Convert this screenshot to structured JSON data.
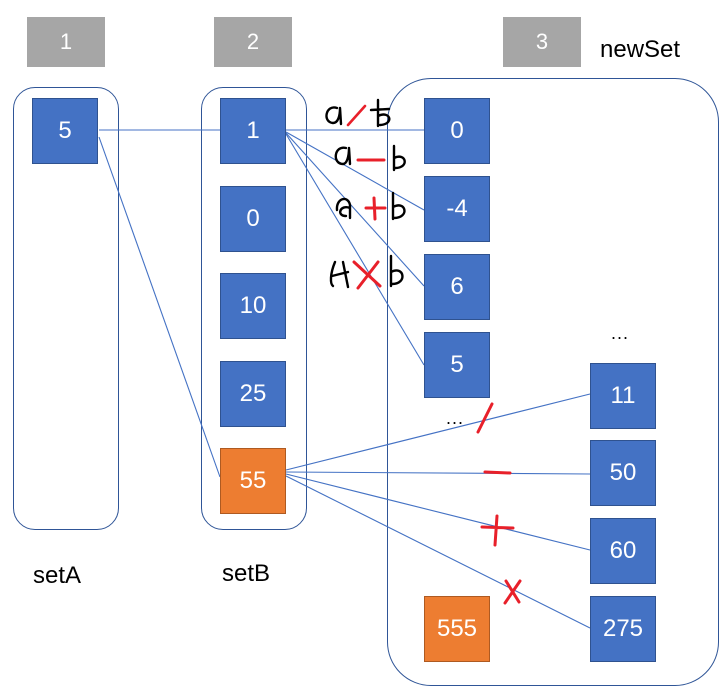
{
  "headers": {
    "h1": "1",
    "h2": "2",
    "h3": "3"
  },
  "captions": {
    "setA": "setA",
    "setB": "setB",
    "newSet": "newSet"
  },
  "setA": [
    "5"
  ],
  "setB": [
    "1",
    "0",
    "10",
    "25",
    "55"
  ],
  "newSet": {
    "from_1": [
      "0",
      "-4",
      "6",
      "5"
    ],
    "from_55": [
      "11",
      "50",
      "60",
      "275"
    ],
    "extra": "555"
  },
  "ellipsis": {
    "left": "...",
    "right": "..."
  },
  "annotations": {
    "div": "a / b",
    "sub": "a − b",
    "add": "a + b",
    "mul": "a × b"
  },
  "colors": {
    "box": "#4472c4",
    "highlight": "#ed7d31",
    "header": "#a6a6a6",
    "line": "#4472c4",
    "border": "#2f5597",
    "mark": "#e8202a"
  }
}
